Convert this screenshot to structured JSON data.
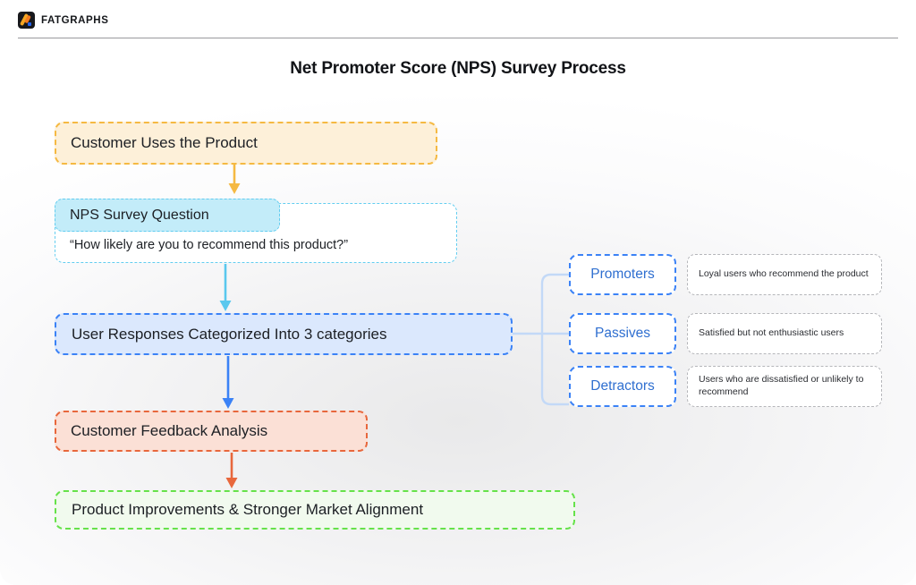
{
  "header": {
    "brand_name": "FATGRAPHS",
    "logo_icon": "fatgraphs-logo-icon"
  },
  "title": "Net Promoter Score (NPS) Survey Process",
  "flow": {
    "steps": [
      {
        "id": "product",
        "label": "Customer Uses the Product",
        "border_color": "#f5b942",
        "fill_color": "#fdf0d9"
      },
      {
        "id": "survey",
        "label": "NPS Survey Question",
        "border_color": "#62cdf0",
        "fill_color": "#c3ecf9",
        "quote": "“How likely are you to recommend this product?”"
      },
      {
        "id": "responses",
        "label": "User Responses Categorized Into 3 categories",
        "border_color": "#3b82f6",
        "fill_color": "#dbe8fd"
      },
      {
        "id": "feedback",
        "label": "Customer Feedback Analysis",
        "border_color": "#e8673c",
        "fill_color": "#fbe0d6"
      },
      {
        "id": "improve",
        "label": "Product Improvements & Stronger Market Alignment",
        "border_color": "#66e24a",
        "fill_color": "#f1faee"
      }
    ],
    "arrows": [
      {
        "from": "product",
        "to": "survey",
        "color": "#f5b942"
      },
      {
        "from": "survey",
        "to": "responses",
        "color": "#5ac8ee"
      },
      {
        "from": "responses",
        "to": "feedback",
        "color": "#3b82f6"
      },
      {
        "from": "feedback",
        "to": "improve",
        "color": "#e8673c"
      }
    ],
    "branch_color": "#c3d9f7"
  },
  "categories": [
    {
      "name": "Promoters",
      "description": "Loyal users who recommend the product"
    },
    {
      "name": "Passives",
      "description": "Satisfied but not enthusiastic users"
    },
    {
      "name": "Detractors",
      "description": "Users who are dissatisfied or unlikely to recommend"
    }
  ],
  "colors": {
    "amber": "#f5b942",
    "cyan": "#62cdf0",
    "blue": "#3b82f6",
    "salmon": "#e8673c",
    "green": "#66e24a",
    "category_text": "#2f6fd0",
    "desc_border": "#b5b6ba"
  }
}
